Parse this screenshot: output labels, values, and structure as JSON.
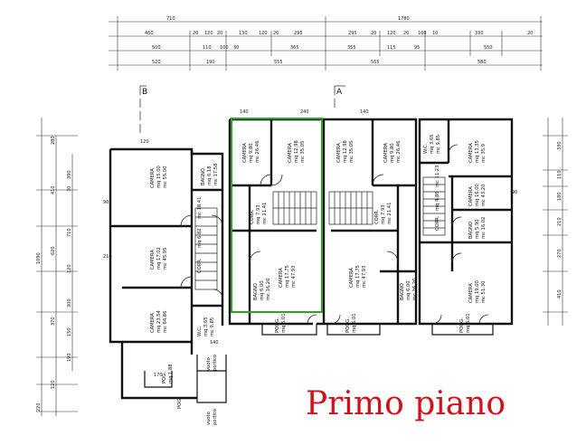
{
  "title": "Primo piano",
  "sections": {
    "b": "B",
    "a": "A"
  },
  "dims_top": {
    "row1": [
      "710",
      "1780"
    ],
    "row2": [
      "460",
      "20",
      "120",
      "20",
      "130",
      "120",
      "20",
      "295",
      "295",
      "20",
      "120",
      "20",
      "100",
      "10",
      "330",
      "20"
    ],
    "row3": [
      "500",
      "110",
      "100",
      "30",
      "365",
      "355",
      "115",
      "95",
      "550"
    ],
    "row4": [
      "520",
      "190",
      "555",
      "555",
      "580"
    ]
  },
  "dims_left": [
    "1090",
    "280",
    "410",
    "620",
    "370",
    "120",
    "390",
    "30",
    "710",
    "120",
    "300",
    "150",
    "190",
    "220"
  ],
  "dims_right": [
    "330",
    "110",
    "180",
    "210",
    "270",
    "410"
  ],
  "rooms": {
    "camera_left1": {
      "name": "CAMERA",
      "line1": "mq 15.00",
      "line2": "mc 55.00"
    },
    "camera_left2": {
      "name": "CAMERA",
      "line1": "mq 17.02",
      "line2": "mc 45.95"
    },
    "camera_left3": {
      "name": "CAMERA",
      "line1": "mq 23.54",
      "line2": "mc 64.86"
    },
    "bagno_left": {
      "name": "BAGNO",
      "line1": "mq 6.18",
      "line2": "mc 17.58"
    },
    "corr_left": {
      "name": "CORR.",
      "line1": "mq 6.82",
      "line2": "mc 18.41"
    },
    "wc_left": {
      "name": "W.C.",
      "line1": "mq 3.65",
      "line2": "mc 9.85"
    },
    "camera_a1": {
      "name": "CAMERA",
      "line1": "mq 9.80",
      "line2": "mc 26.46"
    },
    "camera_a2": {
      "name": "CAMERA",
      "line1": "mq 12.98",
      "line2": "mc 35.05"
    },
    "camera_a3": {
      "name": "CAMERA",
      "line1": "mq 12.98",
      "line2": "mc 35.05"
    },
    "camera_a4": {
      "name": "CAMERA",
      "line1": "mq 9.80",
      "line2": "mc 26.46"
    },
    "corr_a1": {
      "name": "CORR.",
      "line1": "mq 7.93",
      "line2": "mc 21.41"
    },
    "corr_a2": {
      "name": "CORR.",
      "line1": "mq 7.93",
      "line2": "mc 21.41"
    },
    "camera_a5": {
      "name": "CAMERA",
      "line1": "mq 17.75",
      "line2": "mc 47.93"
    },
    "camera_a6": {
      "name": "CAMERA",
      "line1": "mq 17.75",
      "line2": "mc 47.93"
    },
    "bagno_a1": {
      "name": "BAGNO",
      "line1": "mq 6.00",
      "line2": "mc 16.20"
    },
    "bagno_a2": {
      "name": "BAGNO",
      "line1": "mq 6.00",
      "line2": "mc 16.20"
    },
    "wc_r": {
      "name": "W.C.",
      "line1": "mq 3.65",
      "line2": "mc 9.85"
    },
    "camera_r1": {
      "name": "CAMERA",
      "line1": "mq 13.35",
      "line2": "mc 35.9"
    },
    "camera_r2": {
      "name": "CAMERA",
      "line1": "mq 16.00",
      "line2": "mc 43.20"
    },
    "corr_r": {
      "name": "CORR.",
      "line1": "mq 4.86",
      "line2": "mc 11.23"
    },
    "bagno_r": {
      "name": "BAGNO",
      "line1": "mq 5.90",
      "line2": "mc 16.02"
    },
    "camera_r3": {
      "name": "CAMERA",
      "line1": "mq 19.00",
      "line2": "mc 51.30"
    },
    "pogg1": {
      "name": "POGG.",
      "line1": "mq 6.01",
      "line2": ""
    },
    "pogg2": {
      "name": "POGG.",
      "line1": "mq 6.01",
      "line2": ""
    },
    "pogg3": {
      "name": "POGG.",
      "line1": "mq 6.01",
      "line2": ""
    },
    "pogg_left": {
      "name": "POG.",
      "line1": "mq 1.88",
      "line2": ""
    },
    "pog_left2": {
      "name": "POG.",
      "line1": "",
      "line2": ""
    },
    "vuoto1": {
      "name": "vuoto",
      "line1": "portico",
      "line2": ""
    },
    "vuoto2": {
      "name": "vuoto",
      "line1": "portico",
      "line2": ""
    }
  },
  "markers": [
    "120",
    "140",
    "140",
    "240",
    "90",
    "210",
    "170",
    "140",
    "90"
  ]
}
